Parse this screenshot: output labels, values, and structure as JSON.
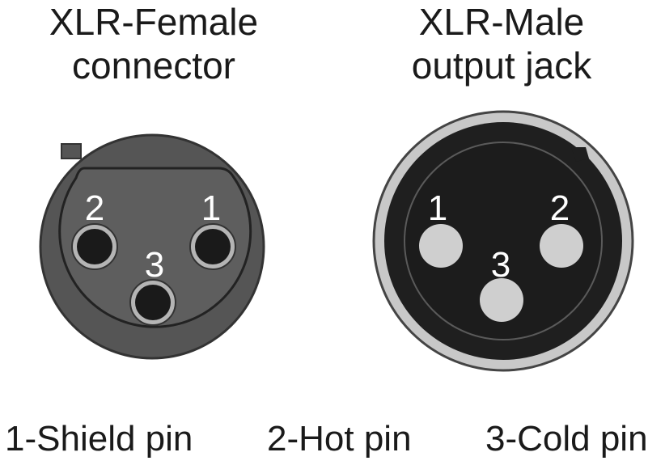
{
  "female": {
    "title_line1": "XLR-Female",
    "title_line2": "connector",
    "pins": [
      {
        "number": "2"
      },
      {
        "number": "1"
      },
      {
        "number": "3"
      }
    ]
  },
  "male": {
    "title_line1": "XLR-Male",
    "title_line2": "output jack",
    "pins": [
      {
        "number": "1"
      },
      {
        "number": "2"
      },
      {
        "number": "3"
      }
    ]
  },
  "legend": [
    {
      "label": "1-Shield pin"
    },
    {
      "label": "2-Hot pin"
    },
    {
      "label": "3-Cold pin"
    }
  ],
  "colors": {
    "female_outer": "#555555",
    "female_inner": "#5a5a5a",
    "male_ring": "#c8c8c8",
    "male_body": "#1f1f1f",
    "male_pin": "#cfcfcf",
    "socket_ring": "#b0b0b0",
    "socket_hole": "#1a1a1a"
  }
}
